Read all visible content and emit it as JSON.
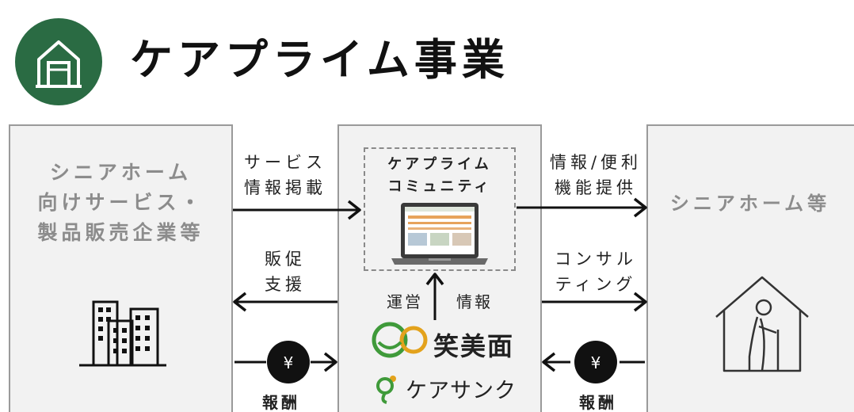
{
  "header": {
    "title": "ケアプライム事業",
    "icon": "house-icon"
  },
  "left_box": {
    "lines": [
      "シニアホーム",
      "向けサービス・",
      "製品販売企業等"
    ],
    "icon": "buildings-icon"
  },
  "center_box": {
    "community_lines": [
      "ケアプライム",
      "コミュニティ"
    ],
    "laptop_icon": "laptop-icon",
    "logos": {
      "emi": "笑美面",
      "caresank": "ケアサンク"
    }
  },
  "right_box": {
    "lines": [
      "シニアホーム等"
    ],
    "icon": "senior-home-icon"
  },
  "flows": {
    "service_info": [
      "サービス",
      "情報掲載"
    ],
    "promo_support": [
      "販促",
      "支援"
    ],
    "reward_left": "報酬",
    "operation": "運営",
    "information": "情報",
    "info_convenience": [
      "情報/便利",
      "機能提供"
    ],
    "consulting": [
      "コンサル",
      "ティング"
    ],
    "reward_right": "報酬",
    "yen_symbol": "¥"
  },
  "colors": {
    "accent_green": "#2a6b43",
    "box_fill": "#f2f2f2",
    "box_border": "#9a9a9a",
    "box_text": "#8c8c8c"
  }
}
